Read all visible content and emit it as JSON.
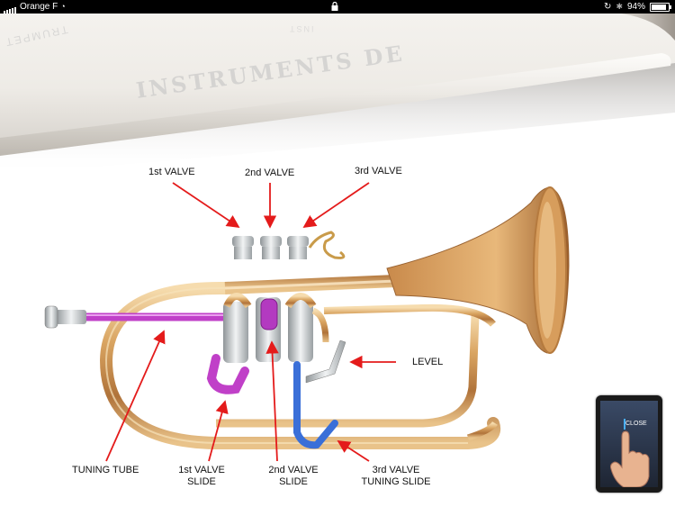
{
  "status_bar": {
    "carrier": "Orange F",
    "battery": "94%"
  },
  "header": {
    "watermark": "INSTRUMENTS DE",
    "watermark_small": "TRUMPET",
    "watermark_top": "INST"
  },
  "labels": {
    "valve1": "1st VALVE",
    "valve2": "2nd VALVE",
    "valve3": "3rd VALVE",
    "level": "LEVEL",
    "tuning_tube": "TUNING TUBE",
    "slide1_line1": "1st VALVE",
    "slide1_line2": "SLIDE",
    "slide2_line1": "2nd VALVE",
    "slide2_line2": "SLIDE",
    "slide3_line1": "3rd VALVE",
    "slide3_line2": "TUNING SLIDE"
  },
  "close_widget": {
    "label": "CLOSE"
  },
  "colors": {
    "brass": "#c98e46",
    "brass_light": "#f1cf93",
    "silver": "#c9cfd2",
    "purple": "#c040c8",
    "blue": "#3a6fd8",
    "arrow": "#e41b1b"
  }
}
